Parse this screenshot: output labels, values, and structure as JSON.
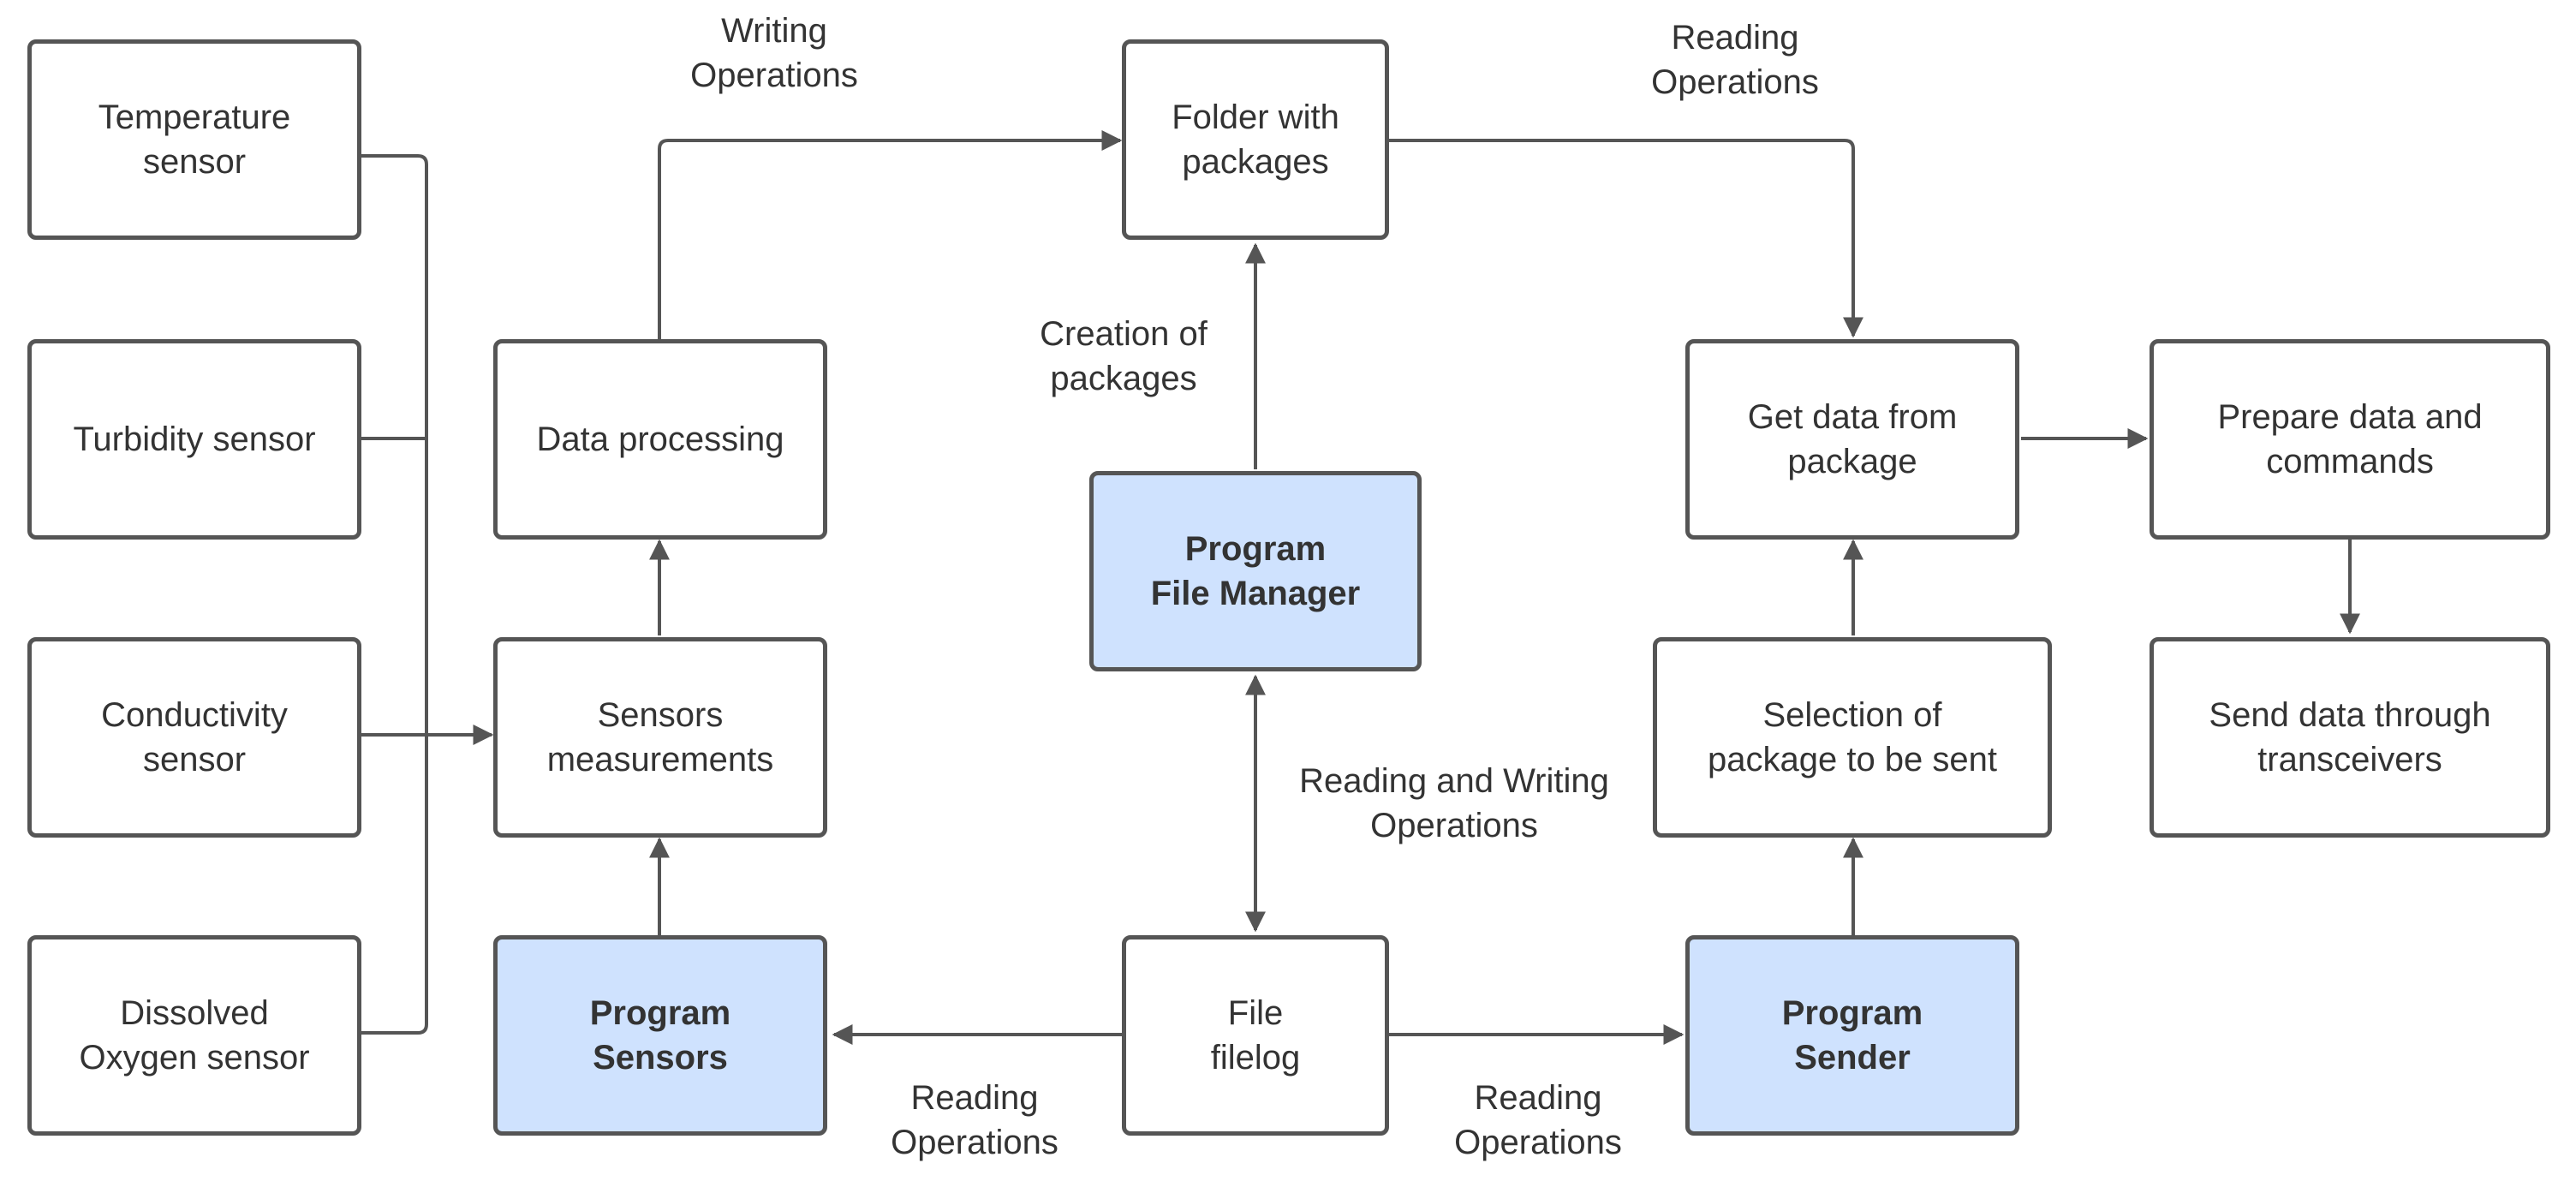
{
  "colors": {
    "stroke": "#555555",
    "program_fill": "#cfe2fe",
    "box_fill": "#ffffff",
    "text": "#333333"
  },
  "nodes": {
    "temperature_sensor": "Temperature\nsensor",
    "turbidity_sensor": "Turbidity sensor",
    "conductivity_sensor": "Conductivity\nsensor",
    "dissolved_oxygen_sensor": "Dissolved\nOxygen sensor",
    "data_processing": "Data processing",
    "sensors_measurements": "Sensors\nmeasurements",
    "program_sensors": "Program\nSensors",
    "folder_with_packages": "Folder with\npackages",
    "program_file_manager": "Program\nFile Manager",
    "file_filelog": "File\nfilelog",
    "get_data_from_package": "Get data from\npackage",
    "selection_of_package": "Selection of\npackage to be sent",
    "program_sender": "Program\nSender",
    "prepare_data_and_commands": "Prepare data and\ncommands",
    "send_data_through_transceivers": "Send data through\ntransceivers"
  },
  "edge_labels": {
    "writing_operations": "Writing\nOperations",
    "reading_operations_top": "Reading\nOperations",
    "creation_of_packages": "Creation of\npackages",
    "reading_and_writing_operations": "Reading and Writing\nOperations",
    "reading_operations_left": "Reading\nOperations",
    "reading_operations_right": "Reading\nOperations"
  }
}
